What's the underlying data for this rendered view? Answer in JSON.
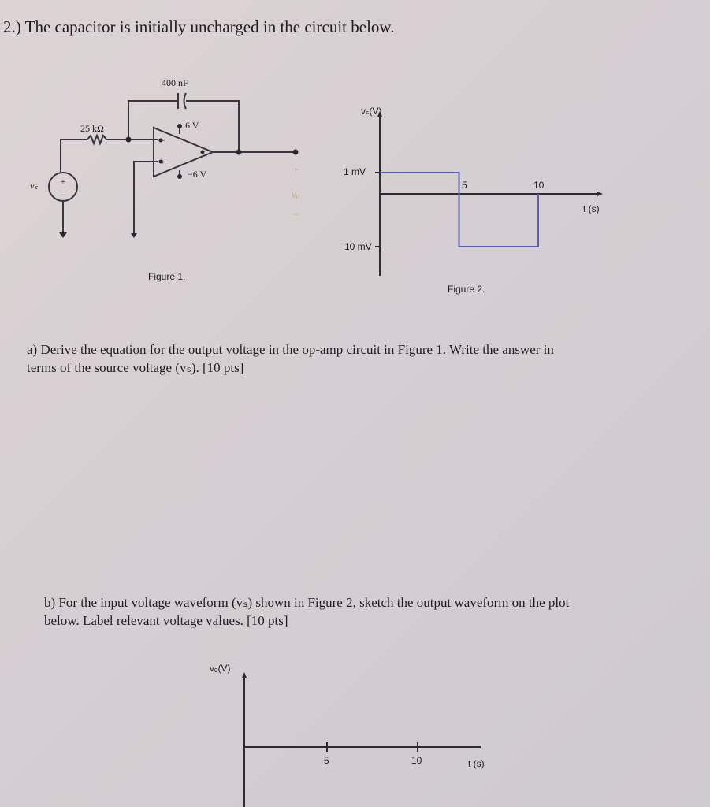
{
  "question": {
    "title": "2.) The capacitor is initially uncharged in the circuit below.",
    "part_a": "a) Derive the equation for the output voltage in the op-amp circuit in Figure 1. Write the answer in terms of the source voltage (vₛ). [10 pts]",
    "part_a_line1": "a) Derive the equation for the output voltage in the op-amp circuit in Figure 1. Write the answer in",
    "part_a_line2": "terms of the source voltage (vₛ). [10 pts]",
    "part_b_line1": "b) For the input voltage waveform (vₛ) shown in Figure 2, sketch the output waveform on the plot",
    "part_b_line2": "below. Label relevant voltage values. [10 pts]"
  },
  "figure1": {
    "caption": "Figure 1.",
    "capacitor": "400 nF",
    "resistor": "25 kΩ",
    "supply_pos": "6 V",
    "supply_neg": "−6 V",
    "source": "vₛ",
    "output_plus": "+",
    "output_label": "vₒ",
    "output_minus": "−"
  },
  "figure2": {
    "caption": "Figure 2.",
    "ylabel": "vₛ(V)",
    "xlabel": "t (s)",
    "y_tick_top": "1 mV",
    "y_tick_bottom": "10 mV",
    "x_tick_5": "5",
    "x_tick_10": "10",
    "line_color": "#5a5fb0"
  },
  "chart_data": [
    {
      "type": "line",
      "title": "",
      "xlabel": "t (s)",
      "ylabel": "vₛ(V)",
      "x_ticks": [
        "5",
        "10"
      ],
      "y_ticks": [
        "1 mV",
        "10 mV"
      ],
      "series": [
        {
          "x": [
            0,
            5,
            5,
            10,
            10
          ],
          "y": [
            1,
            1,
            -10,
            -10,
            0
          ]
        }
      ],
      "y_unit": "mV",
      "grid": false
    },
    {
      "type": "line",
      "title": "",
      "xlabel": "t (s)",
      "ylabel": "vₒ(V)",
      "x_ticks": [
        "5",
        "10"
      ],
      "series": [],
      "grid": false
    }
  ],
  "plot3": {
    "ylabel": "vₒ(V)",
    "xlabel": "t (s)",
    "x_tick_5": "5",
    "x_tick_10": "10"
  }
}
